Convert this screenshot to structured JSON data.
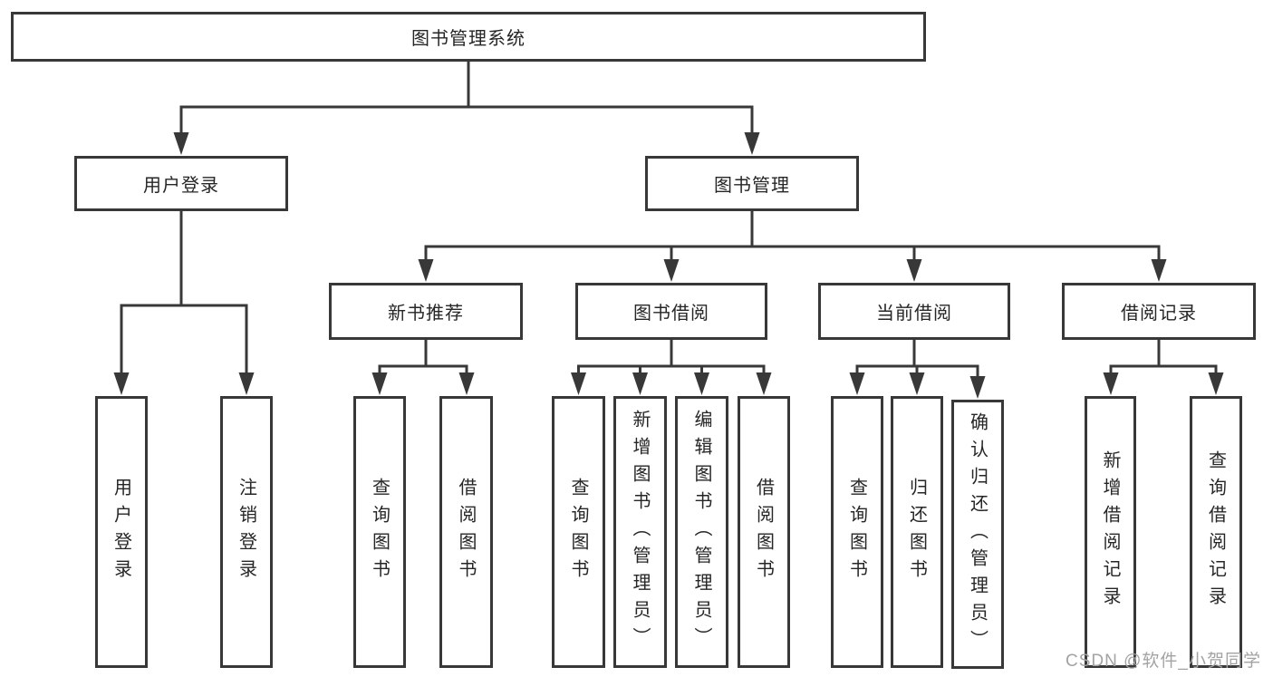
{
  "colors": {
    "background": "#ffffff",
    "line": "#383838",
    "box_border": "#383838",
    "box_fill": "#ffffff",
    "text": "#262626",
    "watermark": "#a3a3a3"
  },
  "diagram": {
    "root": {
      "label": "图书管理系统"
    },
    "branches": [
      {
        "label": "用户登录",
        "children": [
          {
            "label": "用户登录"
          },
          {
            "label": "注销登录"
          }
        ]
      },
      {
        "label": "图书管理",
        "children": [
          {
            "label": "新书推荐",
            "children": [
              {
                "label": "查询图书"
              },
              {
                "label": "借阅图书"
              }
            ]
          },
          {
            "label": "图书借阅",
            "children": [
              {
                "label": "查询图书"
              },
              {
                "label": "新增图书（管理员）"
              },
              {
                "label": "编辑图书（管理员）"
              },
              {
                "label": "借阅图书"
              }
            ]
          },
          {
            "label": "当前借阅",
            "children": [
              {
                "label": "查询图书"
              },
              {
                "label": "归还图书"
              },
              {
                "label": "确认归还（管理员）"
              }
            ]
          },
          {
            "label": "借阅记录",
            "children": [
              {
                "label": "新增借阅记录"
              },
              {
                "label": "查询借阅记录"
              }
            ]
          }
        ]
      }
    ]
  },
  "watermark": {
    "text": "CSDN @软件_小贺同学"
  }
}
